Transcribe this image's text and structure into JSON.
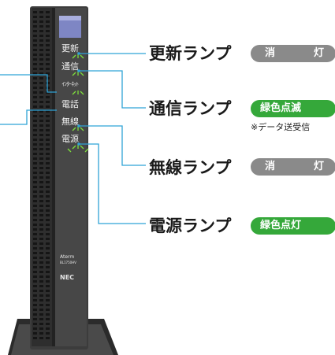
{
  "device": {
    "lamps": [
      {
        "key": "update",
        "short": "更新"
      },
      {
        "key": "comm",
        "short": "通信"
      },
      {
        "key": "internet",
        "short": "ｲﾝﾀｰﾈｯﾄ"
      },
      {
        "key": "phone",
        "short": "電話"
      },
      {
        "key": "wireless",
        "short": "無線"
      },
      {
        "key": "power",
        "short": "電源"
      }
    ],
    "brand_line1": "Aterm",
    "brand_line2": "BL1750HV",
    "brand_nec": "NEC"
  },
  "lamp_status": [
    {
      "name": "更新ランプ",
      "state": "消　灯",
      "state_kind": "off"
    },
    {
      "name": "通信ランプ",
      "state": "緑色点滅",
      "state_kind": "green",
      "note": "※データ送受信"
    },
    {
      "name": "無線ランプ",
      "state": "消　灯",
      "state_kind": "off"
    },
    {
      "name": "電源ランプ",
      "state": "緑色点灯",
      "state_kind": "green"
    }
  ],
  "colors": {
    "leader_line": "#2fa3d6",
    "badge_green": "#35a83a",
    "badge_off": "#8a8a8a",
    "device_body": "#3a3a3a",
    "panel_window": "#7e86c4"
  }
}
